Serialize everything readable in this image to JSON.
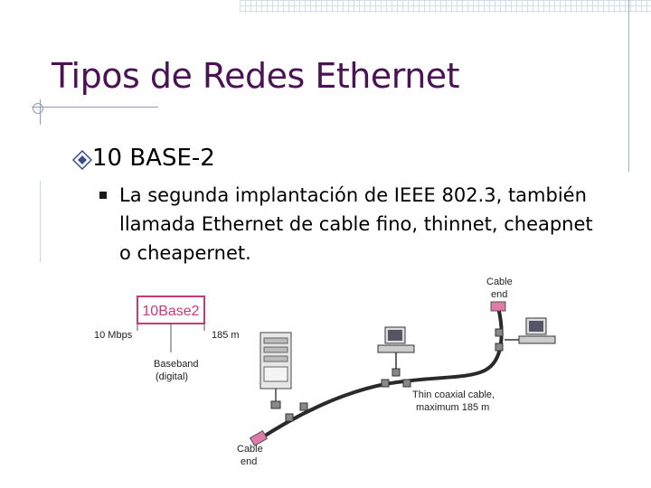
{
  "slide": {
    "title": "Tipos de Redes Ethernet",
    "bullet_level1": "10 BASE-2",
    "bullet_level2": "La segunda implantación de IEEE 802.3, también llamada Ethernet de cable fino, thinnet, cheapnet o cheapernet."
  },
  "diagram": {
    "badge": "10Base2",
    "speed": "10 Mbps",
    "length": "185 m",
    "baseband_1": "Baseband",
    "baseband_2": "(digital)",
    "cable_top_1": "Cable",
    "cable_top_2": "end",
    "cable_bottom_1": "Cable",
    "cable_bottom_2": "end",
    "coax_1": "Thin coaxial cable,",
    "coax_2": "maximum 185 m"
  },
  "colors": {
    "title": "#4a1454",
    "badge_border": "#c8387a",
    "terminator": "#e07aa8"
  }
}
